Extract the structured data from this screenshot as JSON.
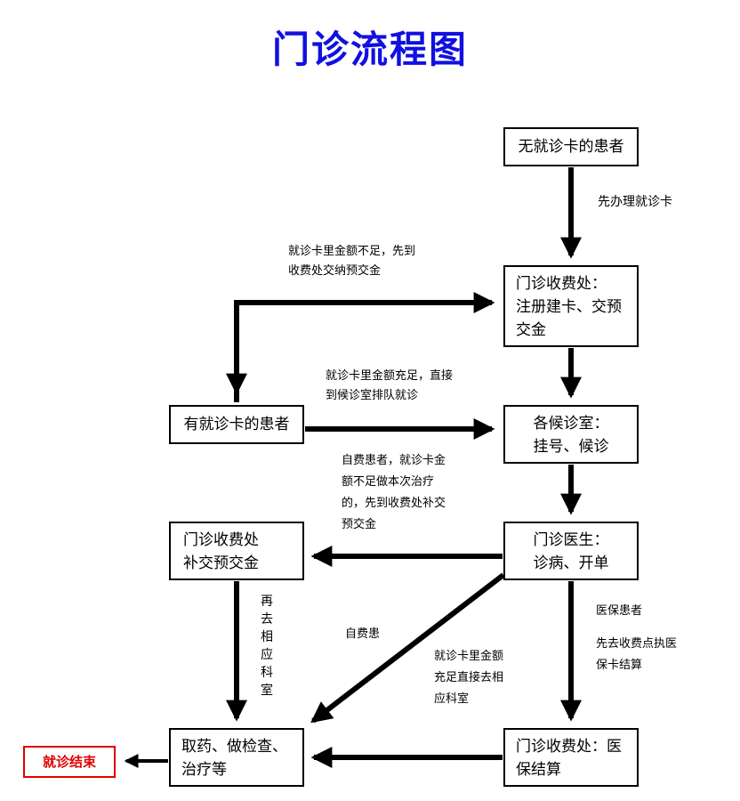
{
  "title": "门诊流程图",
  "boxes": {
    "no_card": "无就诊卡的患者",
    "fee_register": [
      "门诊收费处：",
      "注册建卡、交预",
      "交金"
    ],
    "has_card": "有就诊卡的患者",
    "waiting_room": [
      "各候诊室：",
      "挂号、候诊"
    ],
    "fee_topup": [
      "门诊收费处",
      "补交预交金"
    ],
    "doctor": [
      "门诊医生：",
      "诊病、开单"
    ],
    "treatment": [
      "取药、做检查、",
      "治疗等"
    ],
    "insurance_settle": [
      "门诊收费处：医",
      "保结算"
    ],
    "end": "就诊结束"
  },
  "labels": {
    "get_card": "先办理就诊卡",
    "insufficient": [
      "就诊卡里金额不足，先到",
      "收费处交纳预交金"
    ],
    "sufficient": [
      "就诊卡里金额充足，直接",
      "到候诊室排队就诊"
    ],
    "self_pay_insufficient": [
      "自费患者，就诊卡金",
      "额不足做本次治疗",
      "的，先到收费处补交",
      "预交金"
    ],
    "go_department": "再去相应科室",
    "self_pay": "自费患",
    "card_sufficient": [
      "就诊卡里金额",
      "充足直接去相",
      "应科室"
    ],
    "insurance_patient": "医保患者",
    "insurance_go": [
      "先去收费点执医",
      "保卡结算"
    ]
  },
  "colors": {
    "title": "#1010e0",
    "end": "#e00000",
    "lines": "#000000"
  }
}
